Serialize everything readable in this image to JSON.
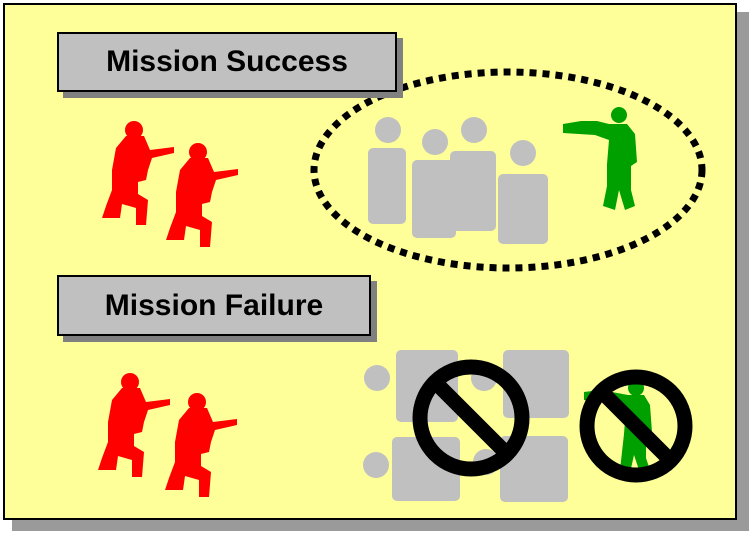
{
  "slide": {
    "success_label": "Mission Success",
    "failure_label": "Mission Failure"
  },
  "colors": {
    "background": "#ffff99",
    "enemy": "#ff0000",
    "friendly": "#00a000",
    "civilians": "#c0c0c0",
    "label_fill": "#c0c0c0",
    "prohibition": "#000000"
  },
  "icons": {
    "enemy_soldier": "kneeling-rifleman-icon",
    "friendly_soldier": "rifleman-icon",
    "civilians": "crowd-icon",
    "prohibited": "no-sign-icon",
    "enclosure": "dotted-ellipse"
  }
}
